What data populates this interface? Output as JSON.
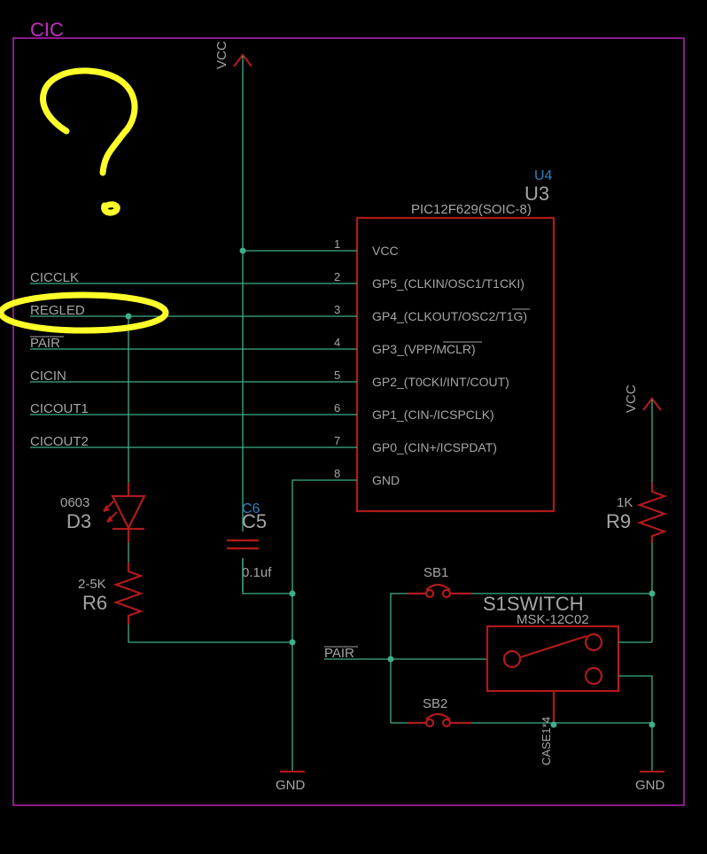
{
  "sheet_title": "CIC",
  "power": {
    "vcc_left": "VCC",
    "vcc_right": "VCC",
    "gnd_mid": "GND",
    "gnd_right": "GND"
  },
  "ic": {
    "ref_alt": "U4",
    "ref": "U3",
    "value": "PIC12F629(SOIC-8)",
    "pins": [
      {
        "num": "1",
        "name": "VCC"
      },
      {
        "num": "2",
        "name": "GP5_(CLKIN/OSC1/T1CKI)"
      },
      {
        "num": "3",
        "name": "GP4_(CLKOUT/OSC2/T1G)"
      },
      {
        "num": "4",
        "name": "GP3_(VPP/MCLR)"
      },
      {
        "num": "5",
        "name": "GP2_(T0CKI/INT/COUT)"
      },
      {
        "num": "6",
        "name": "GP1_(CIN-/ICSPCLK)"
      },
      {
        "num": "7",
        "name": "GP0_(CIN+/ICSPDAT)"
      },
      {
        "num": "8",
        "name": "GND"
      }
    ]
  },
  "nets": [
    "CICCLK",
    "REGLED",
    "PAIR",
    "CICIN",
    "CICOUT1",
    "CICOUT2"
  ],
  "pair_net": "PAIR",
  "led": {
    "package": "0603",
    "ref": "D3"
  },
  "r6": {
    "value": "2-5K",
    "ref": "R6"
  },
  "cap": {
    "ref_alt": "C6",
    "ref": "C5",
    "value": "0.1uf"
  },
  "r9": {
    "value": "1K",
    "ref": "R9"
  },
  "sb1": "SB1",
  "sb2": "SB2",
  "switch": {
    "ref": "S1SWITCH",
    "value": "MSK-12C02",
    "case": "CASE1*4"
  }
}
